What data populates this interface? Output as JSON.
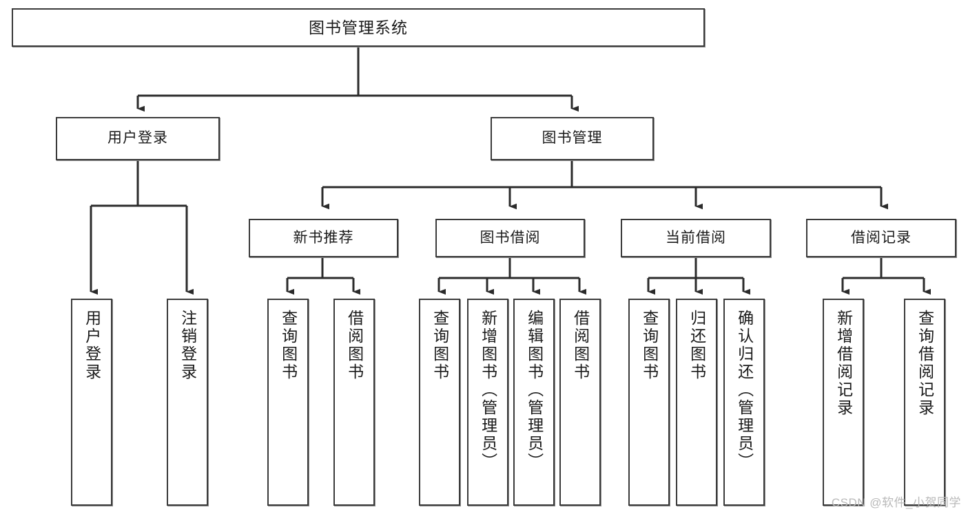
{
  "diagram": {
    "type": "tree",
    "title": "图书管理系统",
    "watermark": "CSDN @软件_小贺同学",
    "colors": {
      "box_border": "#3a3a3a",
      "box_fill": "#ffffff",
      "connector": "#2b2b2b",
      "text": "#1a1a1a",
      "watermark": "#b9b9b9",
      "background": "#ffffff"
    },
    "levels": {
      "root": [
        "图书管理系统"
      ],
      "level2": [
        "用户登录",
        "图书管理"
      ],
      "level3": [
        "新书推荐",
        "图书借阅",
        "当前借阅",
        "借阅记录"
      ],
      "leaves": [
        "用户登录",
        "注销登录",
        "查询图书",
        "借阅图书",
        "查询图书",
        "新增图书（管理员）",
        "编辑图书（管理员）",
        "借阅图书",
        "查询图书",
        "归还图书",
        "确认归还（管理员）",
        "新增借阅记录",
        "查询借阅记录"
      ]
    },
    "nodes": {
      "root": {
        "label": "图书管理系统"
      },
      "user_login": {
        "label": "用户登录"
      },
      "book_manage": {
        "label": "图书管理"
      },
      "new_book_rec": {
        "label": "新书推荐"
      },
      "book_borrow": {
        "label": "图书借阅"
      },
      "current_borrow": {
        "label": "当前借阅"
      },
      "borrow_record": {
        "label": "借阅记录"
      },
      "leaf_user_login": {
        "label": "用户登录"
      },
      "leaf_user_logout": {
        "label": "注销登录"
      },
      "leaf_query_book_1": {
        "label": "查询图书"
      },
      "leaf_borrow_book_1": {
        "label": "借阅图书"
      },
      "leaf_query_book_2": {
        "label": "查询图书"
      },
      "leaf_add_book": {
        "label": "新增图书（管理员）"
      },
      "leaf_edit_book": {
        "label": "编辑图书（管理员）"
      },
      "leaf_borrow_book_2": {
        "label": "借阅图书"
      },
      "leaf_query_book_3": {
        "label": "查询图书"
      },
      "leaf_return_book": {
        "label": "归还图书"
      },
      "leaf_confirm_return": {
        "label": "确认归还（管理员）"
      },
      "leaf_add_record": {
        "label": "新增借阅记录"
      },
      "leaf_query_record": {
        "label": "查询借阅记录"
      }
    },
    "edges": [
      {
        "from": "root",
        "to": "user_login"
      },
      {
        "from": "root",
        "to": "book_manage"
      },
      {
        "from": "user_login",
        "to": "leaf_user_login"
      },
      {
        "from": "user_login",
        "to": "leaf_user_logout"
      },
      {
        "from": "book_manage",
        "to": "new_book_rec"
      },
      {
        "from": "book_manage",
        "to": "book_borrow"
      },
      {
        "from": "book_manage",
        "to": "current_borrow"
      },
      {
        "from": "book_manage",
        "to": "borrow_record"
      },
      {
        "from": "new_book_rec",
        "to": "leaf_query_book_1"
      },
      {
        "from": "new_book_rec",
        "to": "leaf_borrow_book_1"
      },
      {
        "from": "book_borrow",
        "to": "leaf_query_book_2"
      },
      {
        "from": "book_borrow",
        "to": "leaf_add_book"
      },
      {
        "from": "book_borrow",
        "to": "leaf_edit_book"
      },
      {
        "from": "book_borrow",
        "to": "leaf_borrow_book_2"
      },
      {
        "from": "current_borrow",
        "to": "leaf_query_book_3"
      },
      {
        "from": "current_borrow",
        "to": "leaf_return_book"
      },
      {
        "from": "current_borrow",
        "to": "leaf_confirm_return"
      },
      {
        "from": "borrow_record",
        "to": "leaf_add_record"
      },
      {
        "from": "borrow_record",
        "to": "leaf_query_record"
      }
    ]
  }
}
